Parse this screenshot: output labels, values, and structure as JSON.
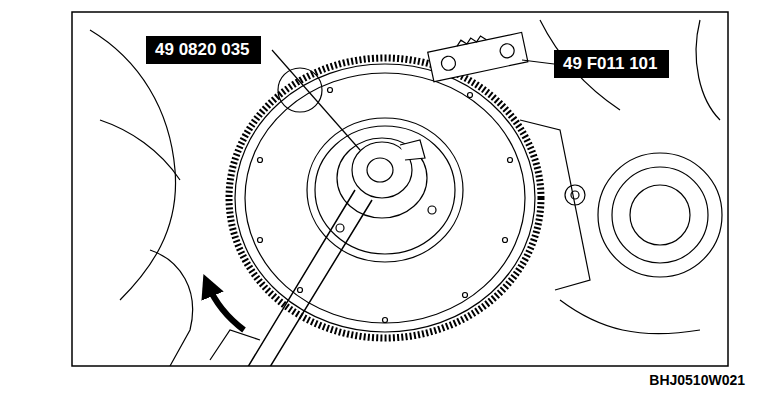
{
  "diagram": {
    "nodes": [
      {
        "text": [
          "49 0820 035"
        ]
      },
      {
        "text": [
          "49 F011 101"
        ]
      }
    ],
    "labels": [
      "BHJ0510W021"
    ]
  }
}
